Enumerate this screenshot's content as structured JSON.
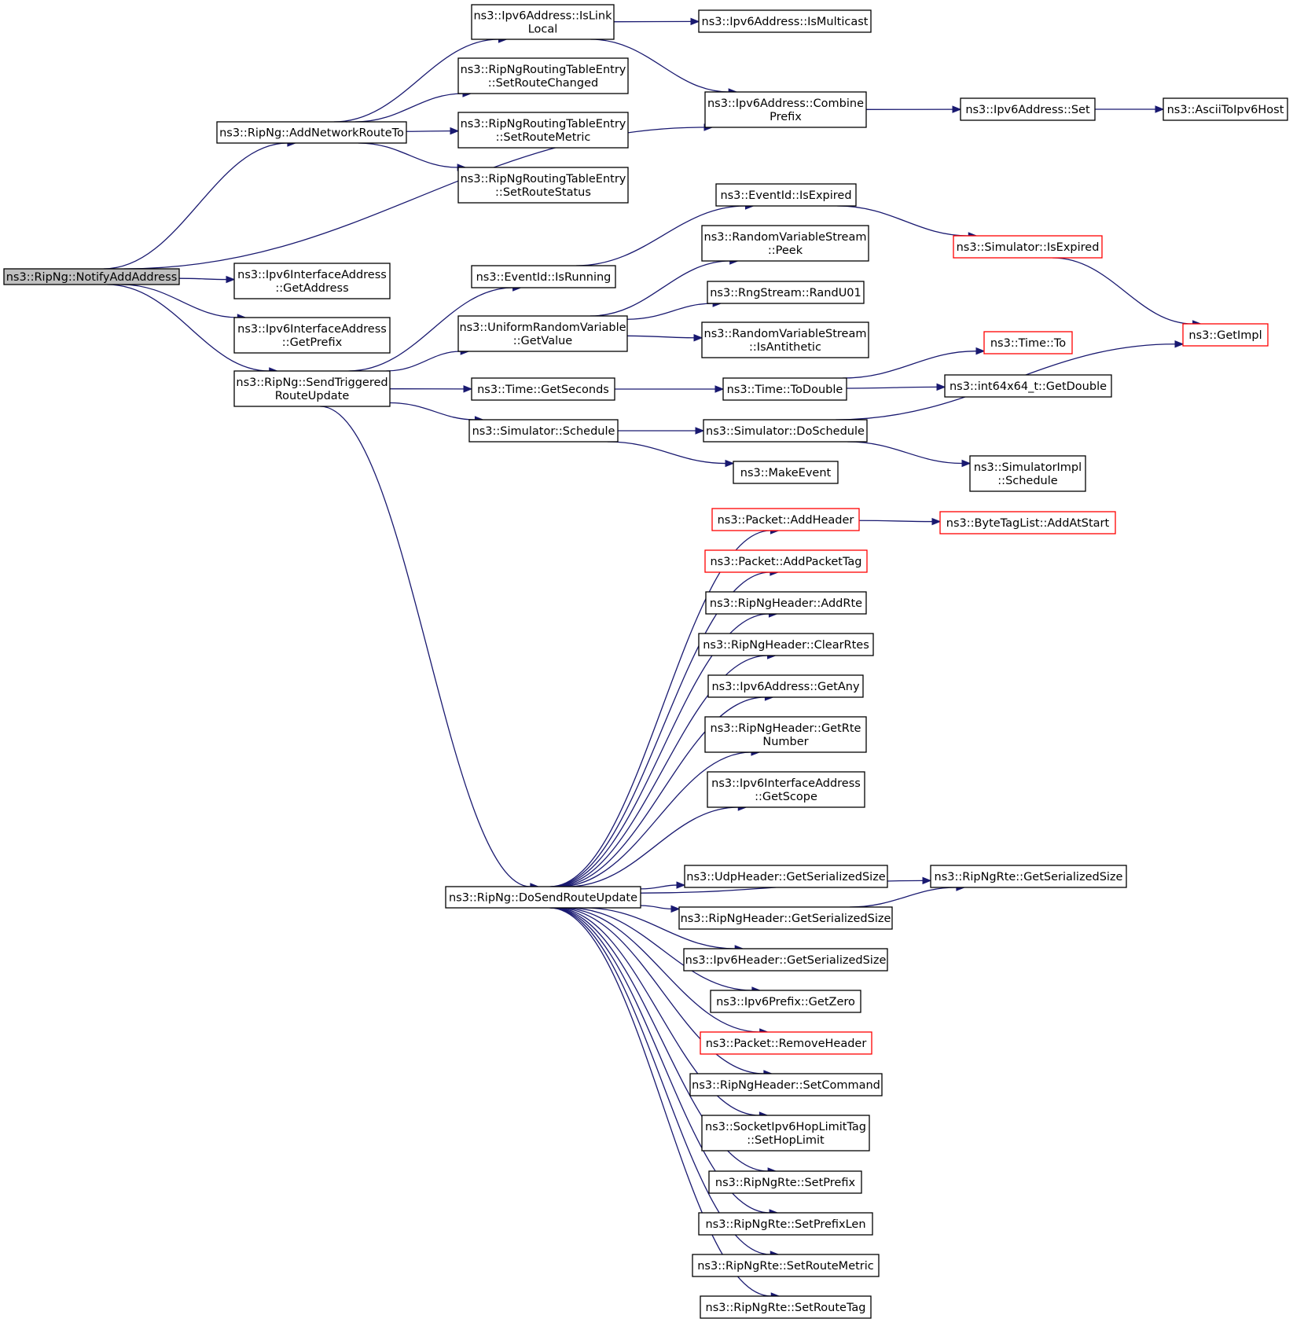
{
  "colors": {
    "edge": "#191970",
    "root_fill": "#bfbfbf",
    "red_border": "#ff0000"
  },
  "nodes": [
    {
      "id": "notify",
      "lines": [
        "ns3::RipNg::NotifyAddAddress"
      ],
      "root": true
    },
    {
      "id": "addnet",
      "lines": [
        "ns3::RipNg::AddNetworkRouteTo"
      ]
    },
    {
      "id": "getaddr",
      "lines": [
        "ns3::Ipv6InterfaceAddress",
        "::GetAddress"
      ]
    },
    {
      "id": "getprefix",
      "lines": [
        "ns3::Ipv6InterfaceAddress",
        "::GetPrefix"
      ]
    },
    {
      "id": "sendtrig",
      "lines": [
        "ns3::RipNg::SendTriggered",
        "RouteUpdate"
      ]
    },
    {
      "id": "dosend",
      "lines": [
        "ns3::RipNg::DoSendRouteUpdate"
      ]
    },
    {
      "id": "islinklocal",
      "lines": [
        "ns3::Ipv6Address::IsLink",
        "Local"
      ]
    },
    {
      "id": "setroutechanged",
      "lines": [
        "ns3::RipNgRoutingTableEntry",
        "::SetRouteChanged"
      ]
    },
    {
      "id": "setroutemetric",
      "lines": [
        "ns3::RipNgRoutingTableEntry",
        "::SetRouteMetric"
      ]
    },
    {
      "id": "setroutestatus",
      "lines": [
        "ns3::RipNgRoutingTableEntry",
        "::SetRouteStatus"
      ]
    },
    {
      "id": "ismulticast",
      "lines": [
        "ns3::Ipv6Address::IsMulticast"
      ]
    },
    {
      "id": "combineprefix",
      "lines": [
        "ns3::Ipv6Address::Combine",
        "Prefix"
      ]
    },
    {
      "id": "ipv6set",
      "lines": [
        "ns3::Ipv6Address::Set"
      ]
    },
    {
      "id": "ascii",
      "lines": [
        "ns3::AsciiToIpv6Host"
      ]
    },
    {
      "id": "eventisexpired",
      "lines": [
        "ns3::EventId::IsExpired"
      ]
    },
    {
      "id": "simisexpired",
      "lines": [
        "ns3::Simulator::IsExpired"
      ],
      "red": true
    },
    {
      "id": "getimpl",
      "lines": [
        "ns3::GetImpl"
      ],
      "red": true
    },
    {
      "id": "isrunning",
      "lines": [
        "ns3::EventId::IsRunning"
      ]
    },
    {
      "id": "peek",
      "lines": [
        "ns3::RandomVariableStream",
        "::Peek"
      ]
    },
    {
      "id": "randu01",
      "lines": [
        "ns3::RngStream::RandU01"
      ]
    },
    {
      "id": "isantithetic",
      "lines": [
        "ns3::RandomVariableStream",
        "::IsAntithetic"
      ]
    },
    {
      "id": "uniformgetvalue",
      "lines": [
        "ns3::UniformRandomVariable",
        "::GetValue"
      ]
    },
    {
      "id": "timeto",
      "lines": [
        "ns3::Time::To"
      ],
      "red": true
    },
    {
      "id": "getseconds",
      "lines": [
        "ns3::Time::GetSeconds"
      ]
    },
    {
      "id": "todouble",
      "lines": [
        "ns3::Time::ToDouble"
      ]
    },
    {
      "id": "getdouble",
      "lines": [
        "ns3::int64x64_t::GetDouble"
      ]
    },
    {
      "id": "schedule",
      "lines": [
        "ns3::Simulator::Schedule"
      ]
    },
    {
      "id": "doschedule",
      "lines": [
        "ns3::Simulator::DoSchedule"
      ]
    },
    {
      "id": "makeevent",
      "lines": [
        "ns3::MakeEvent"
      ]
    },
    {
      "id": "simimplschedule",
      "lines": [
        "ns3::SimulatorImpl",
        "::Schedule"
      ]
    },
    {
      "id": "addheader",
      "lines": [
        "ns3::Packet::AddHeader"
      ],
      "red": true
    },
    {
      "id": "addatstart",
      "lines": [
        "ns3::ByteTagList::AddAtStart"
      ],
      "red": true
    },
    {
      "id": "addpackettag",
      "lines": [
        "ns3::Packet::AddPacketTag"
      ],
      "red": true
    },
    {
      "id": "addrte",
      "lines": [
        "ns3::RipNgHeader::AddRte"
      ]
    },
    {
      "id": "clearrtes",
      "lines": [
        "ns3::RipNgHeader::ClearRtes"
      ]
    },
    {
      "id": "getany",
      "lines": [
        "ns3::Ipv6Address::GetAny"
      ]
    },
    {
      "id": "getrtenumber",
      "lines": [
        "ns3::RipNgHeader::GetRte",
        "Number"
      ]
    },
    {
      "id": "getscope",
      "lines": [
        "ns3::Ipv6InterfaceAddress",
        "::GetScope"
      ]
    },
    {
      "id": "udpsize",
      "lines": [
        "ns3::UdpHeader::GetSerializedSize"
      ]
    },
    {
      "id": "rtesize",
      "lines": [
        "ns3::RipNgRte::GetSerializedSize"
      ]
    },
    {
      "id": "ripheadersize",
      "lines": [
        "ns3::RipNgHeader::GetSerializedSize"
      ]
    },
    {
      "id": "ipv6headersize",
      "lines": [
        "ns3::Ipv6Header::GetSerializedSize"
      ]
    },
    {
      "id": "getzero",
      "lines": [
        "ns3::Ipv6Prefix::GetZero"
      ]
    },
    {
      "id": "removeheader",
      "lines": [
        "ns3::Packet::RemoveHeader"
      ],
      "red": true
    },
    {
      "id": "setcommand",
      "lines": [
        "ns3::RipNgHeader::SetCommand"
      ]
    },
    {
      "id": "sethoplimit",
      "lines": [
        "ns3::SocketIpv6HopLimitTag",
        "::SetHopLimit"
      ]
    },
    {
      "id": "setprefix",
      "lines": [
        "ns3::RipNgRte::SetPrefix"
      ]
    },
    {
      "id": "setprefixlen",
      "lines": [
        "ns3::RipNgRte::SetPrefixLen"
      ]
    },
    {
      "id": "rtesetroutemetric",
      "lines": [
        "ns3::RipNgRte::SetRouteMetric"
      ]
    },
    {
      "id": "setroutetag",
      "lines": [
        "ns3::RipNgRte::SetRouteTag"
      ]
    }
  ],
  "edges": [
    [
      "notify",
      "addnet"
    ],
    [
      "notify",
      "combineprefix"
    ],
    [
      "notify",
      "getaddr"
    ],
    [
      "notify",
      "getprefix"
    ],
    [
      "notify",
      "sendtrig"
    ],
    [
      "addnet",
      "islinklocal"
    ],
    [
      "addnet",
      "setroutechanged"
    ],
    [
      "addnet",
      "setroutemetric"
    ],
    [
      "addnet",
      "setroutestatus"
    ],
    [
      "islinklocal",
      "ismulticast"
    ],
    [
      "islinklocal",
      "combineprefix"
    ],
    [
      "combineprefix",
      "ipv6set"
    ],
    [
      "ipv6set",
      "ascii"
    ],
    [
      "sendtrig",
      "isrunning"
    ],
    [
      "sendtrig",
      "uniformgetvalue"
    ],
    [
      "sendtrig",
      "getseconds"
    ],
    [
      "sendtrig",
      "schedule"
    ],
    [
      "sendtrig",
      "dosend"
    ],
    [
      "isrunning",
      "eventisexpired"
    ],
    [
      "eventisexpired",
      "simisexpired"
    ],
    [
      "simisexpired",
      "getimpl"
    ],
    [
      "uniformgetvalue",
      "peek"
    ],
    [
      "uniformgetvalue",
      "randu01"
    ],
    [
      "uniformgetvalue",
      "isantithetic"
    ],
    [
      "getseconds",
      "todouble"
    ],
    [
      "todouble",
      "timeto"
    ],
    [
      "todouble",
      "getdouble"
    ],
    [
      "schedule",
      "doschedule"
    ],
    [
      "schedule",
      "makeevent"
    ],
    [
      "doschedule",
      "getimpl"
    ],
    [
      "doschedule",
      "simimplschedule"
    ],
    [
      "dosend",
      "addheader"
    ],
    [
      "dosend",
      "addpackettag"
    ],
    [
      "dosend",
      "addrte"
    ],
    [
      "dosend",
      "clearrtes"
    ],
    [
      "dosend",
      "getany"
    ],
    [
      "dosend",
      "getrtenumber"
    ],
    [
      "dosend",
      "getscope"
    ],
    [
      "dosend",
      "rtesize"
    ],
    [
      "dosend",
      "udpsize"
    ],
    [
      "dosend",
      "ripheadersize"
    ],
    [
      "dosend",
      "ipv6headersize"
    ],
    [
      "dosend",
      "getzero"
    ],
    [
      "dosend",
      "removeheader"
    ],
    [
      "dosend",
      "setcommand"
    ],
    [
      "dosend",
      "sethoplimit"
    ],
    [
      "dosend",
      "setprefix"
    ],
    [
      "dosend",
      "setprefixlen"
    ],
    [
      "dosend",
      "rtesetroutemetric"
    ],
    [
      "dosend",
      "setroutetag"
    ],
    [
      "addheader",
      "addatstart"
    ],
    [
      "ripheadersize",
      "rtesize"
    ]
  ]
}
